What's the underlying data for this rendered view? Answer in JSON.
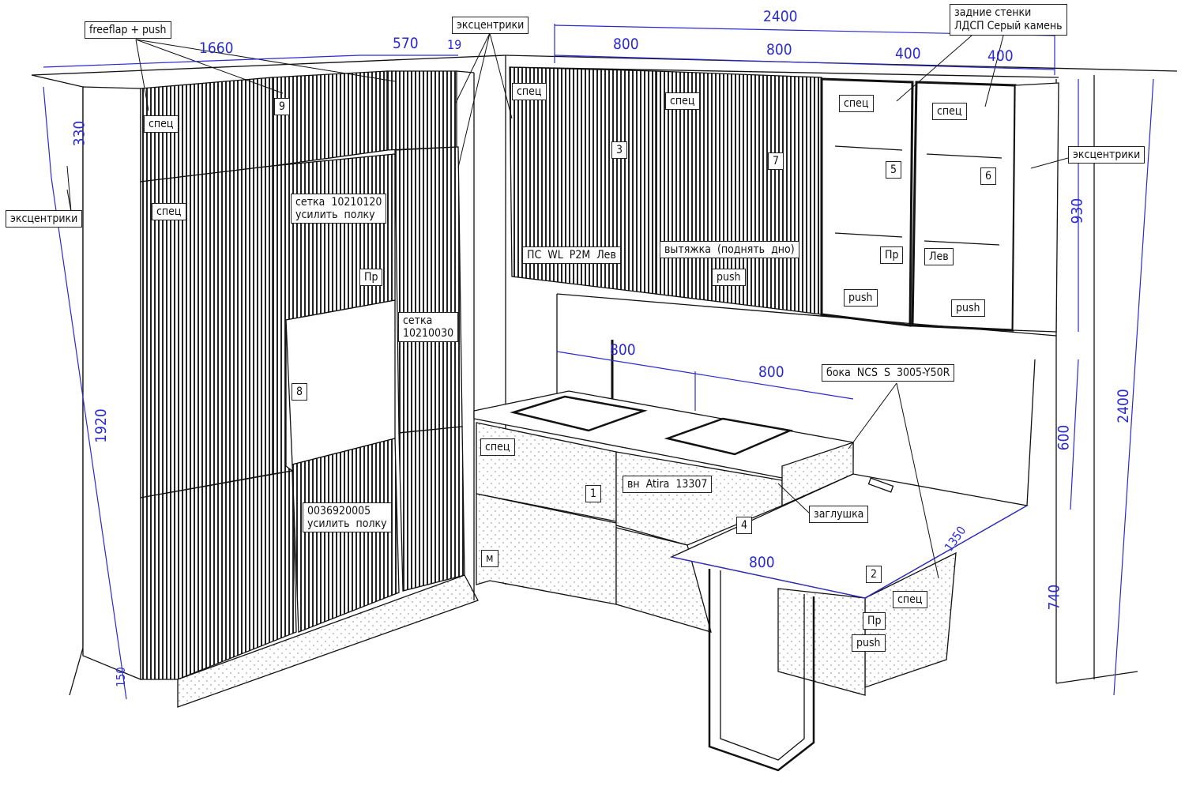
{
  "callouts": {
    "freeflap": "freeflap + push",
    "ecc_top": "эксцентрики",
    "back_walls_1": "задние стенки",
    "back_walls_2": "ЛДСП Серый камень",
    "ecc_right": "эксцентрики",
    "ecc_left": "эксцентрики",
    "spec_tall_1": "спец",
    "spec_tall_2": "спец",
    "n9": "9",
    "mesh1_1": "сетка  10210120",
    "mesh1_2": "усилить  полку",
    "pr_tall": "Пр",
    "mesh2_1": "сетка",
    "mesh2_2": "10210030",
    "n8": "8",
    "code_1": "0036920005",
    "code_2": "усилить  полку",
    "spec_up_1": "спец",
    "n3": "3",
    "ps_wl": "ПС  WL  P2M  Лев",
    "spec_up_2": "спец",
    "n7": "7",
    "hood": "вытяжка  (поднять  дно)",
    "push_up_2": "push",
    "spec_up_3": "спец",
    "n5": "5",
    "pr_up_3": "Пр",
    "push_up_3": "push",
    "spec_up_4": "спец",
    "n6": "6",
    "lev_up_4": "Лев",
    "push_up_4": "push",
    "sides": "бока  NCS  S  3005-Y50R",
    "spec_base": "спец",
    "atira": "вн  Atira  13307",
    "n1": "1",
    "plug": "заглушка",
    "n4": "4",
    "m": "м",
    "n2": "2",
    "spec_pen": "спец",
    "pr_pen": "Пр",
    "push_pen": "push"
  },
  "dimensions": {
    "total_width_top": "2400",
    "tall_depth": "1660",
    "tall_width": "570",
    "gap": "19",
    "upper_1": "800",
    "upper_2": "800",
    "upper_3": "400",
    "upper_4": "400",
    "tall_top": "330",
    "tall_height": "1920",
    "plinth": "150",
    "upper_height": "930",
    "total_height": "2400",
    "backsplash": "600",
    "base_height": "740",
    "base_1": "800",
    "base_2": "800",
    "peninsula_width": "800",
    "peninsula_length": "1350"
  },
  "colors": {
    "dimension": "#2a2ad0",
    "line": "#111111"
  }
}
